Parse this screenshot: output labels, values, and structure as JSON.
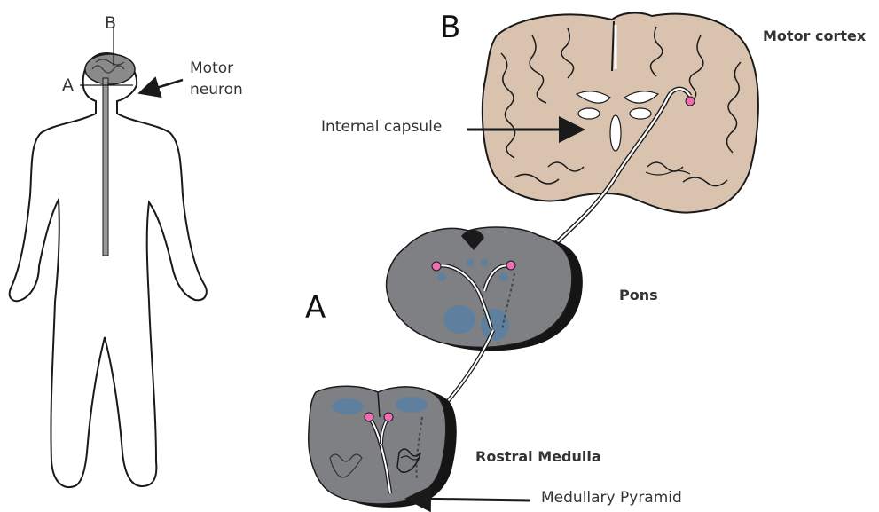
{
  "labels": {
    "body_b": "B",
    "body_a": "A",
    "motor_neuron_line1": "Motor",
    "motor_neuron_line2": "neuron",
    "panel_b": "B",
    "panel_a": "A",
    "motor_cortex": "Motor cortex",
    "internal_capsule": "Internal capsule",
    "pons": "Pons",
    "rostral_medulla": "Rostral Medulla",
    "medullary_pyramid": "Medullary Pyramid"
  },
  "colors": {
    "brain_tissue": "#d9c3ae",
    "brainstem_gray": "#7f8083",
    "brainstem_shadow": "#151515",
    "nucleus_blue": "#5f7f9e",
    "neuron_pink": "#ef6db3",
    "outline": "#1a1a1a"
  }
}
